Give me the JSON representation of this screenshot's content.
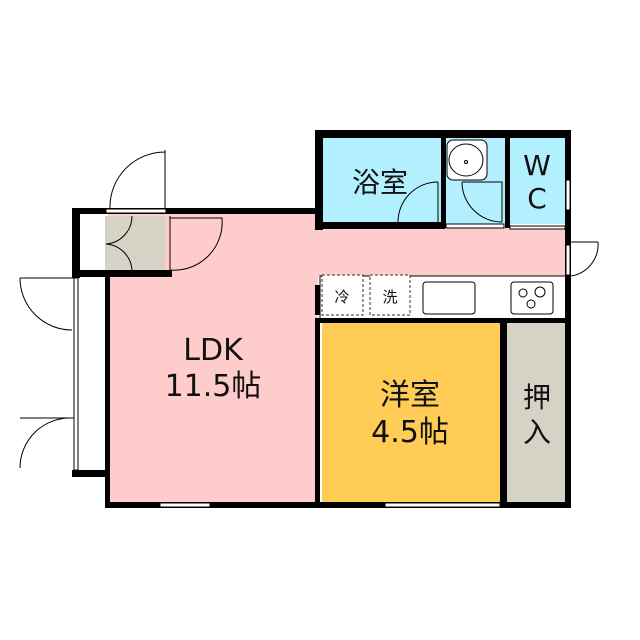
{
  "rooms": {
    "ldk": {
      "name": "LDK",
      "size": "11.5帖"
    },
    "western_room": {
      "name": "洋室",
      "size": "4.5帖"
    },
    "bath": {
      "name": "浴室"
    },
    "wc": {
      "line1": "W",
      "line2": "C"
    },
    "closet": {
      "line1": "押",
      "line2": "入"
    },
    "fridge": {
      "name": "冷"
    },
    "washer": {
      "name": "洗"
    }
  },
  "colors": {
    "ldk": "#FFCCCC",
    "western_room": "#FFCC55",
    "wet_area": "#B3F0FF",
    "storage": "#D6D3C6",
    "wall": "#000000"
  }
}
